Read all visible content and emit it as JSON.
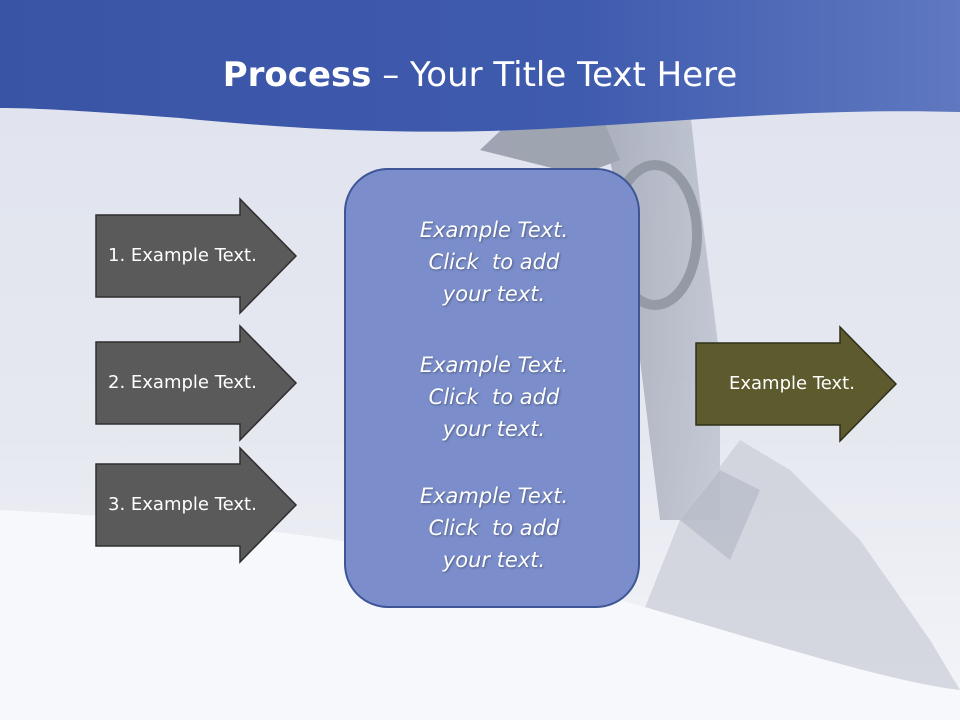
{
  "title": {
    "bold": "Process",
    "rest": " – Your Title Text Here"
  },
  "left_steps": [
    {
      "label": "1. Example Text."
    },
    {
      "label": "2. Example Text."
    },
    {
      "label": "3. Example Text."
    }
  ],
  "center_blocks": [
    {
      "lines": [
        "Example Text.",
        "Click  to add",
        "your text."
      ]
    },
    {
      "lines": [
        "Example Text.",
        "Click  to add",
        "your text."
      ]
    },
    {
      "lines": [
        "Example Text.",
        "Click  to add",
        "your text."
      ]
    }
  ],
  "output": {
    "label": "Example Text."
  },
  "colors": {
    "header_blue": "#3a55a6",
    "arrow_gray": "#5a5a5a",
    "arrow_olive": "#5d5a2d",
    "box_blue": "#7b8ecb",
    "box_border": "#3e5596"
  }
}
